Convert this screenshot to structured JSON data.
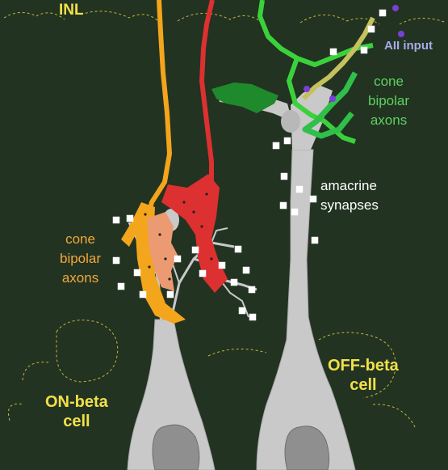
{
  "colors": {
    "background": "#223322",
    "inl_label": "#f2e04a",
    "all_input_label": "#a9a9e8",
    "cone_bipolar_right_label": "#5fd05f",
    "amacrine_label": "#ffffff",
    "cone_bipolar_left_label": "#f2a73a",
    "cell_label": "#f2e04a",
    "orange_axon": "#f3a51b",
    "red_axon": "#dd3030",
    "salmon_axon": "#eb9a72",
    "green_axon": "#3bd13b",
    "dark_green_axon": "#1f8a2c",
    "olive_axon": "#c4c15e",
    "cell_gray": "#c9c9c9",
    "nucleus_gray": "#8f8f8f",
    "synapse_marker": "#ffffff",
    "input_dot": "#7b3fd8",
    "outline_dashed": "#c9b63a"
  },
  "labels": {
    "inl": "INL",
    "all_input": "AII input",
    "cone_bipolar_right": [
      "cone",
      "bipolar",
      "axons"
    ],
    "amacrine_synapses": [
      "amacrine",
      "synapses"
    ],
    "cone_bipolar_left": [
      "cone",
      "bipolar",
      "axons"
    ],
    "on_beta_cell": [
      "ON-beta",
      "cell"
    ],
    "off_beta_cell": [
      "OFF-beta",
      "cell"
    ]
  }
}
